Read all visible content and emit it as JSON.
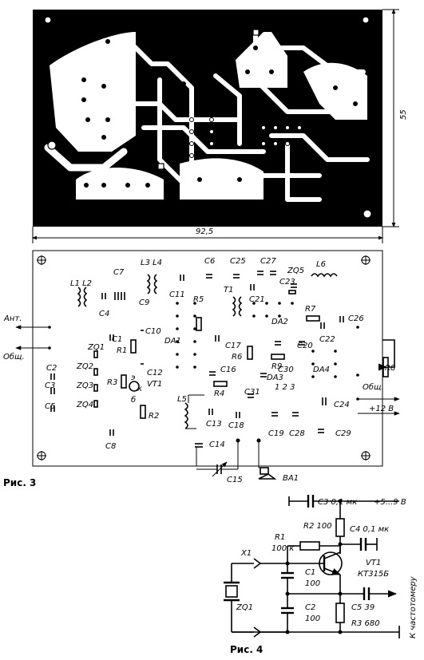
{
  "fig3": {
    "caption": "Рис. 3",
    "dim_width": "92,5",
    "dim_height": "55",
    "labels": {
      "ant": "Ант.",
      "gnd_left": "Общ.",
      "gnd_right": "Общ.",
      "plus12": "+12 В",
      "L1L2": "L1 L2",
      "L3L4": "L3 L4",
      "L5": "L5",
      "L6": "L6",
      "C1": "C1",
      "C2": "C2",
      "C3": "C3",
      "C4": "C4",
      "C5": "C5",
      "C6": "C6",
      "C7": "C7",
      "C8": "C8",
      "C9": "C9",
      "C10": "C10",
      "C11": "C11",
      "C12": "C12",
      "C13": "C13",
      "C14": "C14",
      "C15": "C15",
      "C16": "C16",
      "C17": "C17",
      "C18": "C18",
      "C19": "C19",
      "C20": "C20",
      "C21": "C21",
      "C22": "C22",
      "C23": "C23",
      "C24": "C24",
      "C25": "C25",
      "C26": "C26",
      "C27": "C27",
      "C28": "C28",
      "C29": "C29",
      "C30": "C30",
      "C31": "C31",
      "R1": "R1",
      "R2": "R2",
      "R3": "R3",
      "R4": "R4",
      "R5": "R5",
      "R6": "R6",
      "R7": "R7",
      "R8": "R8",
      "R9": "R9",
      "ZQ1": "ZQ1",
      "ZQ2": "ZQ2",
      "ZQ3": "ZQ3",
      "ZQ4": "ZQ4",
      "ZQ5": "ZQ5",
      "T1": "T1",
      "VT1": "VT1",
      "DA1": "DA1",
      "DA2": "DA2",
      "DA3": "DA3",
      "DA4": "DA4",
      "BA1": "BA1",
      "pins": "1 2 3",
      "pin_e": "э",
      "pin_k": "к",
      "pin_b": "б"
    }
  },
  "fig4": {
    "caption": "Рис. 4",
    "labels": {
      "C3": "C3 0,1 мк",
      "supply": "+5...9 В",
      "R2": "R2 100",
      "C4": "C4 0,1 мк",
      "R1": "R1",
      "R1val": "100 к",
      "VT1": "VT1",
      "VT1type": "КТ315Б",
      "X1": "X1",
      "C1": "C1",
      "C1val": "100",
      "C2": "C2",
      "C2val": "100",
      "ZQ1": "ZQ1",
      "C5": "C5 39",
      "R3": "R3 680",
      "meter": "К частотомеру"
    }
  }
}
